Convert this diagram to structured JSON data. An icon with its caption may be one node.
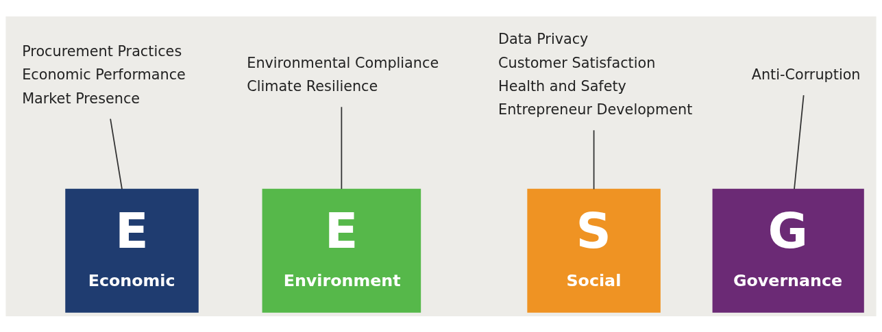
{
  "diagram": {
    "nodes": [
      {
        "text": [
          "E",
          "Economic"
        ]
      },
      {
        "text": [
          "E",
          "Environment"
        ]
      },
      {
        "text": [
          "S",
          "Social"
        ]
      },
      {
        "text": [
          "G",
          "Governance"
        ]
      },
      {
        "text": [
          "Procurement Practices",
          "Economic Performance",
          "Market Presence"
        ]
      },
      {
        "text": [
          "Environmental Compliance",
          "Climate Resilience"
        ]
      },
      {
        "text": [
          "Data Privacy",
          "Customer Satisfaction",
          "Health and Safety",
          "Entrepreneur Development"
        ]
      },
      {
        "text": [
          "Anti-Corruption"
        ]
      }
    ],
    "edges": [
      {
        "from": 4,
        "to": 0,
        "arrow": "none"
      },
      {
        "from": 5,
        "to": 1,
        "arrow": "none"
      },
      {
        "from": 6,
        "to": 2,
        "arrow": "none"
      },
      {
        "from": 7,
        "to": 3,
        "arrow": "none"
      }
    ]
  }
}
